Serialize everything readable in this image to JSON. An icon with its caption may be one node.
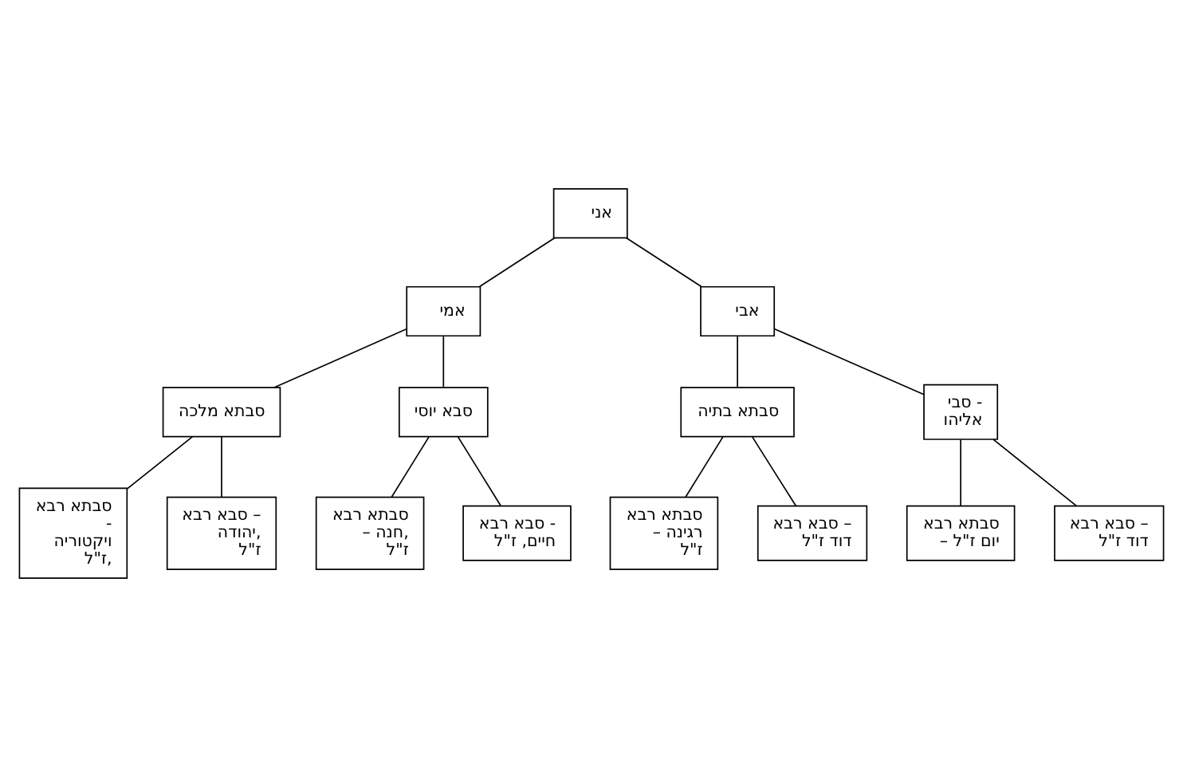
{
  "diagram": {
    "nodes": [
      {
        "text": [
          "אני"
        ]
      },
      {
        "text": [
          "אמי"
        ]
      },
      {
        "text": [
          "אבי"
        ]
      },
      {
        "text": [
          "סבתא מלכה"
        ]
      },
      {
        "text": [
          "סבא יוסי"
        ]
      },
      {
        "text": [
          "סבתא בתיה"
        ]
      },
      {
        "text": [
          "סבי - אליהו"
        ]
      },
      {
        "text": [
          "סבתא רבא - ויקטוריה ז\"ל,"
        ]
      },
      {
        "text": [
          "סבא רבא – יהודה, ז\"ל"
        ]
      },
      {
        "text": [
          "סבתא רבא – חנה, ז\"ל"
        ]
      },
      {
        "text": [
          "סבא רבא - חיים, ז\"ל"
        ]
      },
      {
        "text": [
          "סבתא רבא – רגינה ז\"ל"
        ]
      },
      {
        "text": [
          "סבא רבא – דוד ז\"ל"
        ]
      },
      {
        "text": [
          "סבתא רבא – יום ז\"ל"
        ]
      },
      {
        "text": [
          "סבא רבא – דוד ז\"ל"
        ]
      }
    ],
    "edges": [
      {
        "from": 0,
        "to": 1,
        "arrow": "none"
      },
      {
        "from": 0,
        "to": 2,
        "arrow": "none"
      },
      {
        "from": 1,
        "to": 3,
        "arrow": "none"
      },
      {
        "from": 1,
        "to": 4,
        "arrow": "none"
      },
      {
        "from": 2,
        "to": 5,
        "arrow": "none"
      },
      {
        "from": 2,
        "to": 6,
        "arrow": "none"
      },
      {
        "from": 3,
        "to": 7,
        "arrow": "none"
      },
      {
        "from": 3,
        "to": 8,
        "arrow": "none"
      },
      {
        "from": 4,
        "to": 9,
        "arrow": "none"
      },
      {
        "from": 4,
        "to": 10,
        "arrow": "none"
      },
      {
        "from": 5,
        "to": 11,
        "arrow": "none"
      },
      {
        "from": 5,
        "to": 12,
        "arrow": "none"
      },
      {
        "from": 6,
        "to": 13,
        "arrow": "none"
      },
      {
        "from": 6,
        "to": 14,
        "arrow": "none"
      }
    ]
  }
}
